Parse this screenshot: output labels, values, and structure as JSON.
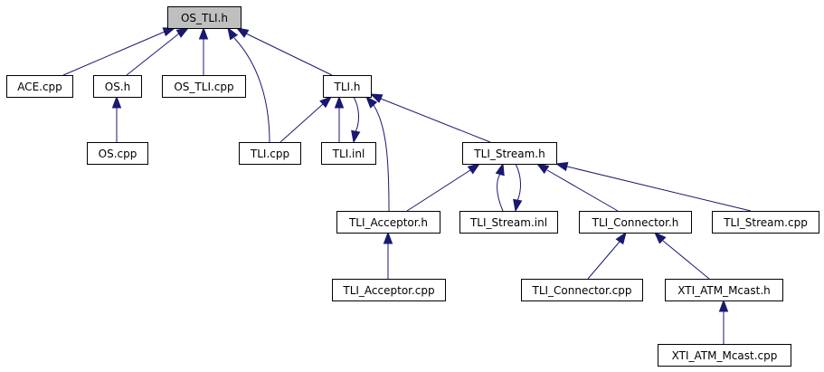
{
  "diagram": {
    "colors": {
      "highlight_fill": "#bfbfbf",
      "node_fill": "#ffffff",
      "edge": "#191970"
    },
    "nodes": [
      {
        "id": "os_tli_h",
        "label": "OS_TLI.h",
        "highlight": true
      },
      {
        "id": "ace_cpp",
        "label": "ACE.cpp"
      },
      {
        "id": "os_h",
        "label": "OS.h"
      },
      {
        "id": "os_tli_cpp",
        "label": "OS_TLI.cpp"
      },
      {
        "id": "tli_h",
        "label": "TLI.h"
      },
      {
        "id": "os_cpp",
        "label": "OS.cpp"
      },
      {
        "id": "tli_cpp",
        "label": "TLI.cpp"
      },
      {
        "id": "tli_inl",
        "label": "TLI.inl"
      },
      {
        "id": "tli_stream_h",
        "label": "TLI_Stream.h"
      },
      {
        "id": "tli_acceptor_h",
        "label": "TLI_Acceptor.h"
      },
      {
        "id": "tli_stream_inl",
        "label": "TLI_Stream.inl"
      },
      {
        "id": "tli_connector_h",
        "label": "TLI_Connector.h"
      },
      {
        "id": "tli_stream_cpp",
        "label": "TLI_Stream.cpp"
      },
      {
        "id": "tli_acceptor_cpp",
        "label": "TLI_Acceptor.cpp"
      },
      {
        "id": "tli_connector_cpp",
        "label": "TLI_Connector.cpp"
      },
      {
        "id": "xti_atm_mcast_h",
        "label": "XTI_ATM_Mcast.h"
      },
      {
        "id": "xti_atm_mcast_cpp",
        "label": "XTI_ATM_Mcast.cpp"
      }
    ],
    "edges": [
      {
        "from": "ace_cpp",
        "to": "os_tli_h"
      },
      {
        "from": "os_h",
        "to": "os_tli_h"
      },
      {
        "from": "os_tli_cpp",
        "to": "os_tli_h"
      },
      {
        "from": "tli_cpp",
        "to": "os_tli_h"
      },
      {
        "from": "tli_h",
        "to": "os_tli_h"
      },
      {
        "from": "os_cpp",
        "to": "os_h"
      },
      {
        "from": "tli_cpp",
        "to": "tli_h"
      },
      {
        "from": "tli_inl",
        "to": "tli_h"
      },
      {
        "from": "tli_h",
        "to": "tli_inl"
      },
      {
        "from": "tli_acceptor_h",
        "to": "tli_h"
      },
      {
        "from": "tli_stream_h",
        "to": "tli_h"
      },
      {
        "from": "tli_acceptor_h",
        "to": "tli_stream_h"
      },
      {
        "from": "tli_stream_inl",
        "to": "tli_stream_h"
      },
      {
        "from": "tli_stream_h",
        "to": "tli_stream_inl"
      },
      {
        "from": "tli_connector_h",
        "to": "tli_stream_h"
      },
      {
        "from": "tli_stream_cpp",
        "to": "tli_stream_h"
      },
      {
        "from": "tli_acceptor_cpp",
        "to": "tli_acceptor_h"
      },
      {
        "from": "tli_connector_cpp",
        "to": "tli_connector_h"
      },
      {
        "from": "xti_atm_mcast_h",
        "to": "tli_connector_h"
      },
      {
        "from": "xti_atm_mcast_cpp",
        "to": "xti_atm_mcast_h"
      }
    ]
  }
}
